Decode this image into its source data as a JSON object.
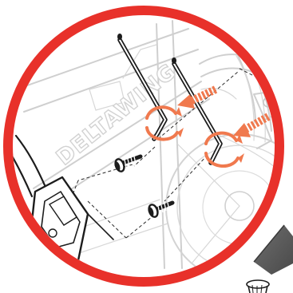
{
  "diagram": {
    "brand_text": "DELTAWING",
    "colors": {
      "callout_ring": "#e8312a",
      "arrow": "#f0794e",
      "frame": "#cfcfcf",
      "hardware": "#1c1c1c"
    },
    "parts": [
      {
        "name": "hex-key",
        "count": 2
      },
      {
        "name": "bolt",
        "count": 2
      }
    ],
    "steps": [
      "insert-bolt",
      "tighten-clockwise"
    ]
  }
}
